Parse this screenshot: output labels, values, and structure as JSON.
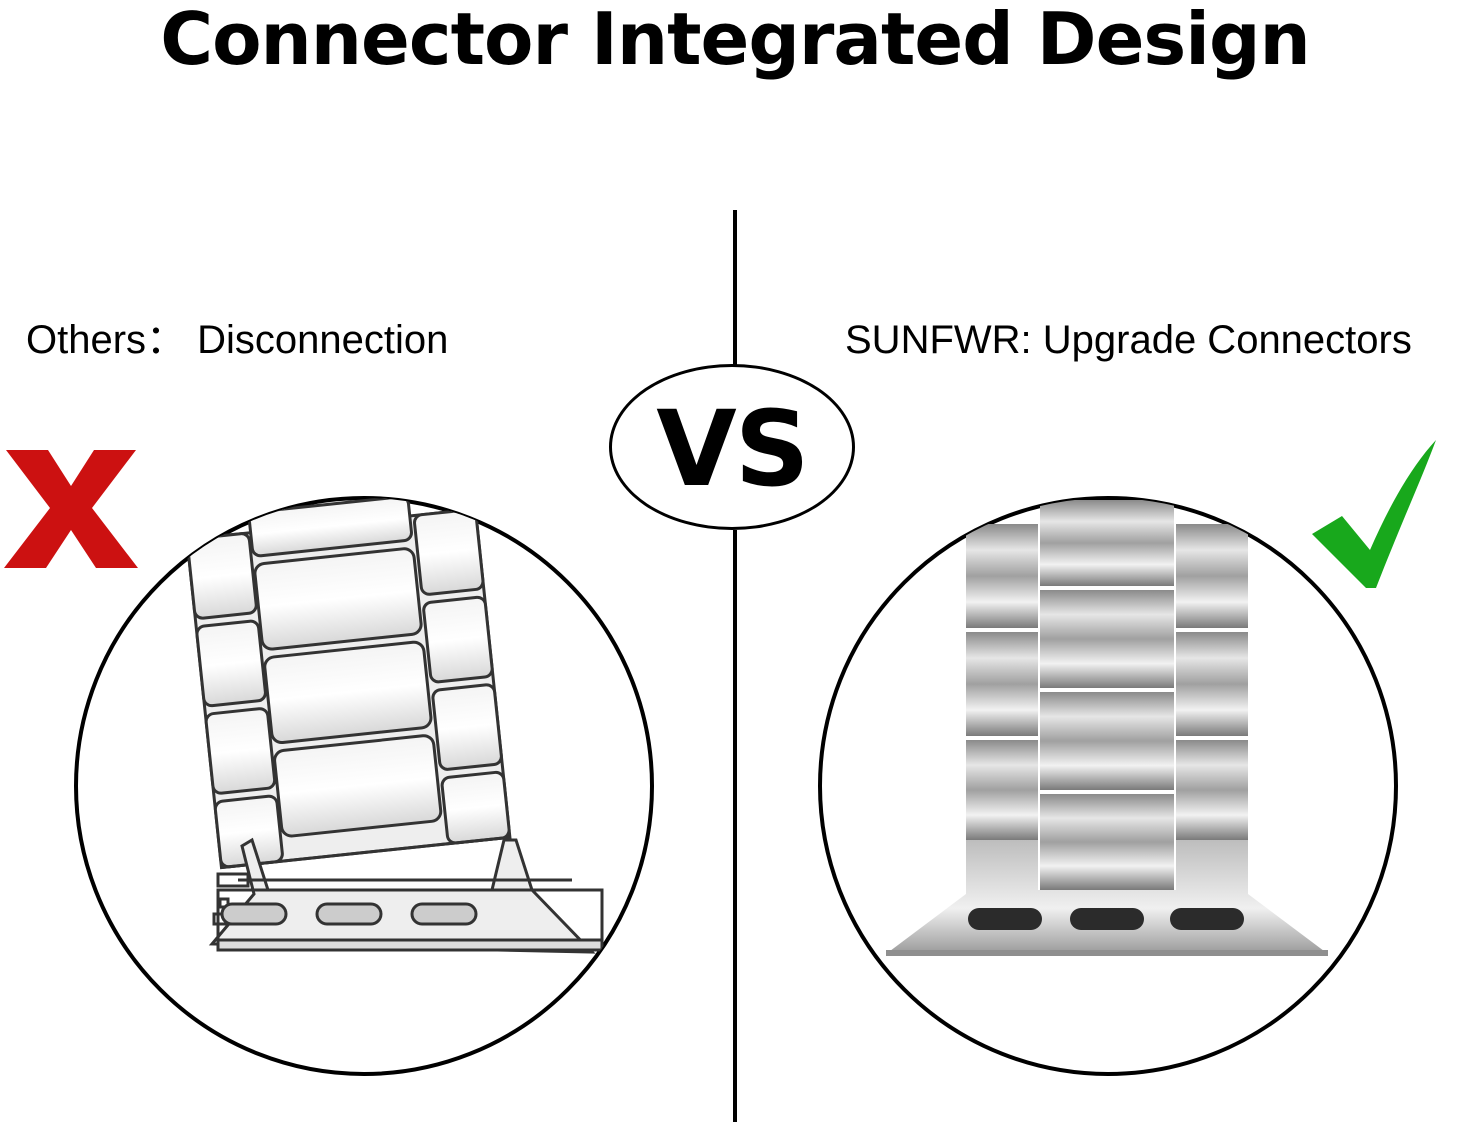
{
  "title": "Connector Integrated Design",
  "left": {
    "label": "Others： Disconnection",
    "mark_icon": "red-x-icon",
    "mark_color": "#cc1111"
  },
  "right": {
    "label": "SUNFWR: Upgrade Connectors",
    "mark_icon": "green-check-icon",
    "mark_color": "#18a81c"
  },
  "vs": "VS"
}
